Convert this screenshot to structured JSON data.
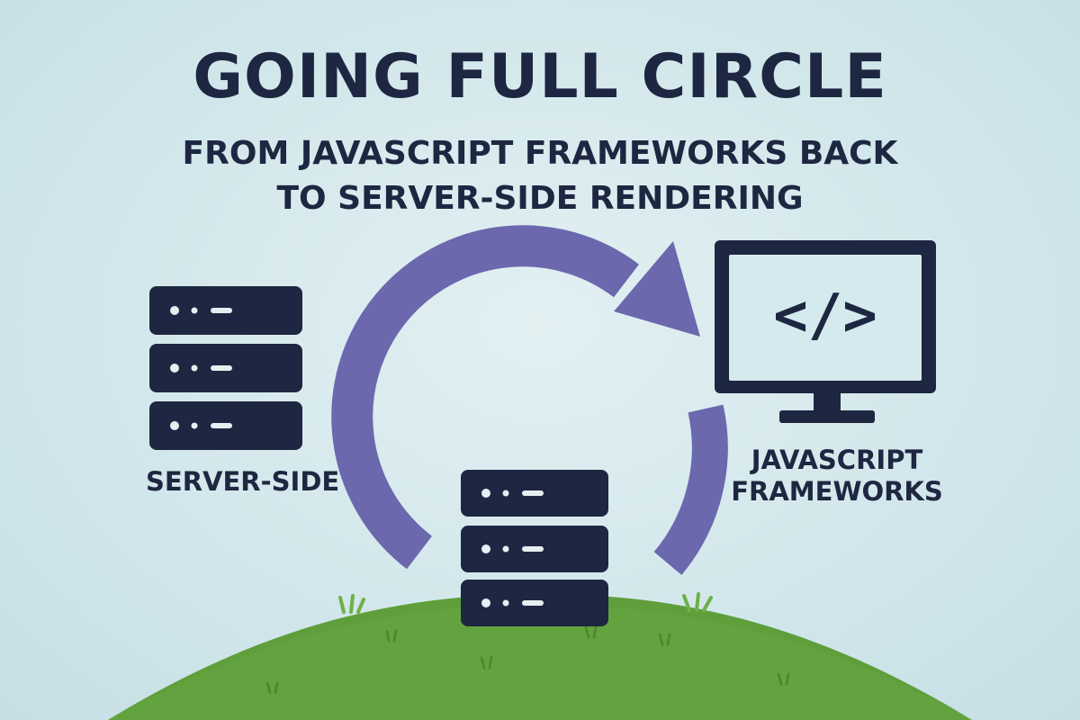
{
  "title": "GOING FULL CIRCLE",
  "subtitle": {
    "line1": "FROM JAVASCRIPT FRAMEWORKS BACK",
    "line2": "TO SERVER-SIDE RENDERING"
  },
  "labels": {
    "server_side": "SERVER-SIDE",
    "js_line1": "JAVASCRIPT",
    "js_line2": "FRAMEWORKS"
  },
  "icons": {
    "left": "server-stack-icon",
    "center": "server-stack-icon",
    "right": "monitor-code-icon",
    "cycle": "circular-arrow-icon"
  },
  "monitor_glyph": "</>",
  "colors": {
    "background": "#d5e9ed",
    "ink": "#1e2741",
    "arrow": "#6b68ad",
    "hill": "#5f9e3b",
    "screen": "#d4eaee"
  }
}
